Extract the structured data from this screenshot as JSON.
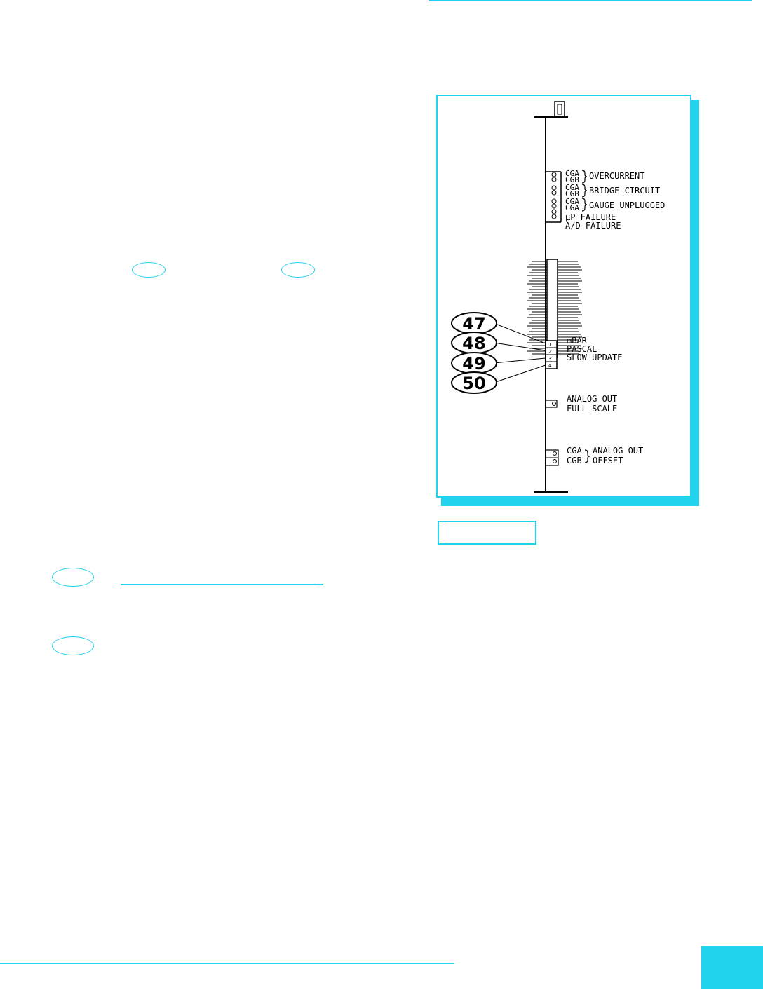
{
  "colors": {
    "accent": "#22d3ee",
    "ink": "#000000"
  },
  "diagram": {
    "top_connector_icon": "connector-icon",
    "status_leds": [
      {
        "label_a": "CGA",
        "label_b": "CGB",
        "name": "OVERCURRENT"
      },
      {
        "label_a": "CGA",
        "label_b": "CGB",
        "name": "BRIDGE CIRCUIT"
      },
      {
        "label_a": "CGA",
        "label_b": "CGA",
        "name": "GAUGE UNPLUGGED"
      }
    ],
    "single_leds": [
      "µP FAILURE",
      "A/D FAILURE"
    ],
    "dip_switches": [
      {
        "number": "1",
        "label": "mBAR"
      },
      {
        "number": "2",
        "label": "PASCAL"
      },
      {
        "number": "3",
        "label": "SLOW UPDATE"
      },
      {
        "number": "4",
        "label": ""
      }
    ],
    "callouts": [
      "47",
      "48",
      "49",
      "50"
    ],
    "pot_full_scale": {
      "line1": "ANALOG OUT",
      "line2": "FULL SCALE"
    },
    "pot_offset": {
      "label_a": "CGA",
      "label_b": "CGB",
      "line1": "ANALOG OUT",
      "line2": "OFFSET"
    }
  }
}
